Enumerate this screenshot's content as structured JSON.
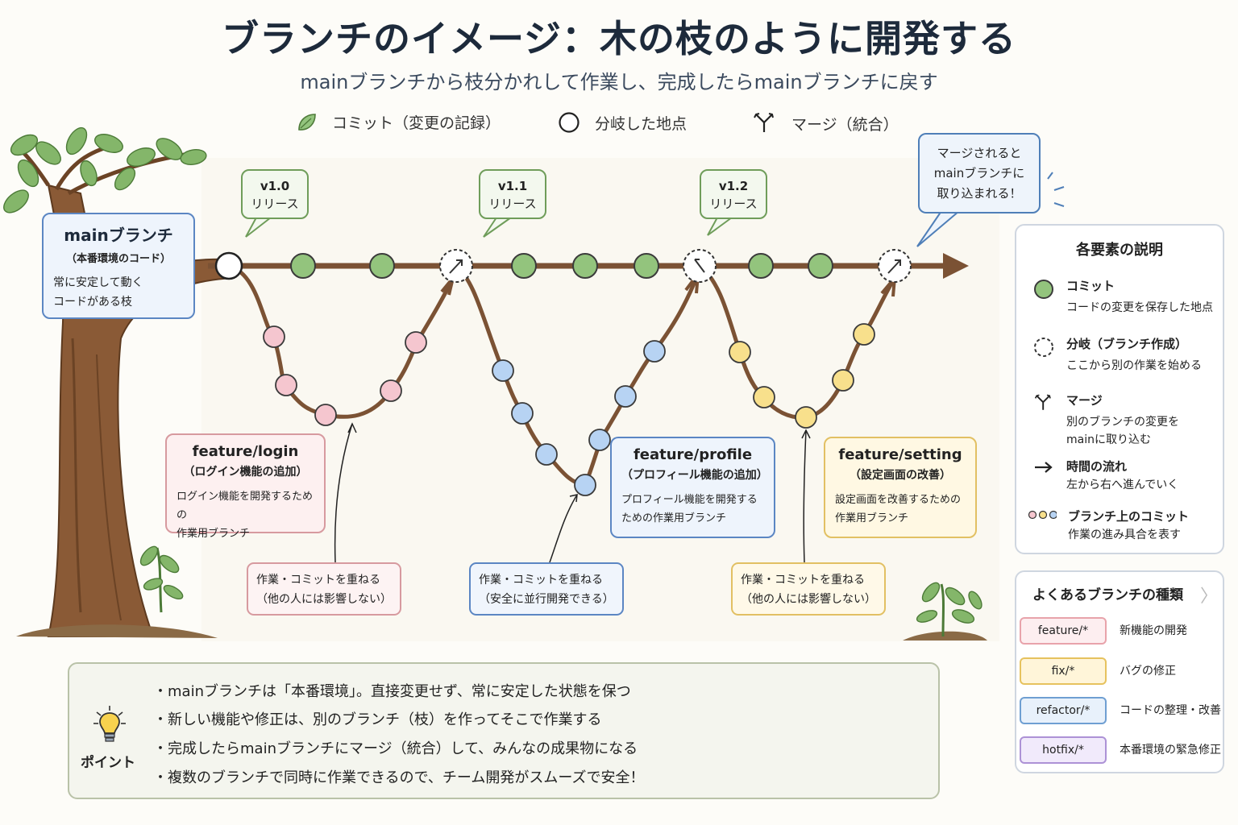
{
  "title": "ブランチのイメージ：木の枝のように開発する",
  "subtitle": "mainブランチから枝分かれして作業し、完成したらmainブランチに戻す",
  "legend": {
    "commit": "コミット（変更の記録）",
    "branch_point": "分岐した地点",
    "merge": "マージ（統合）"
  },
  "releases": [
    {
      "version": "v1.0",
      "label": "リリース"
    },
    {
      "version": "v1.1",
      "label": "リリース"
    },
    {
      "version": "v1.2",
      "label": "リリース"
    }
  ],
  "merge_callout": {
    "line1": "マージされると",
    "line2": "mainブランチに",
    "line3": "取り込まれる！"
  },
  "main_branch": {
    "title": "mainブランチ",
    "subtitle": "（本番環境のコード）",
    "line1": "常に安定して動く",
    "line2": "コードがある枝"
  },
  "branches": [
    {
      "name": "feature/login",
      "subtitle": "（ログイン機能の追加）",
      "line1": "ログイン機能を開発するための",
      "line2": "作業用ブランチ",
      "note1": "作業・コミットを重ねる",
      "note2": "（他の人には影響しない）"
    },
    {
      "name": "feature/profile",
      "subtitle": "（プロフィール機能の追加）",
      "line1": "プロフィール機能を開発する",
      "line2": "ための作業用ブランチ",
      "note1": "作業・コミットを重ねる",
      "note2": "（安全に並行開発できる）"
    },
    {
      "name": "feature/setting",
      "subtitle": "（設定画面の改善）",
      "line1": "設定画面を改善するための",
      "line2": "作業用ブランチ",
      "note1": "作業・コミットを重ねる",
      "note2": "（他の人には影響しない）"
    }
  ],
  "explain": {
    "title": "各要素の説明",
    "items": [
      {
        "head": "コミット",
        "body1": "コードの変更を保存した地点",
        "body2": ""
      },
      {
        "head": "分岐（ブランチ作成）",
        "body1": "ここから別の作業を始める",
        "body2": ""
      },
      {
        "head": "マージ",
        "body1": "別のブランチの変更を",
        "body2": "mainに取り込む"
      },
      {
        "head": "時間の流れ",
        "body1": "左から右へ進んでいく",
        "body2": ""
      },
      {
        "head": "ブランチ上のコミット",
        "body1": "作業の進み具合を表す",
        "body2": ""
      }
    ]
  },
  "types": {
    "title": "よくあるブランチの種類",
    "items": [
      {
        "tag": "feature/*",
        "desc": "新機能の開発",
        "color": "#e8a3ab",
        "bg": "#fdeef0"
      },
      {
        "tag": "fix/*",
        "desc": "バグの修正",
        "color": "#e6c25e",
        "bg": "#fff5d9"
      },
      {
        "tag": "refactor/*",
        "desc": "コードの整理・改善",
        "color": "#6f9fd2",
        "bg": "#e8f1fb"
      },
      {
        "tag": "hotfix/*",
        "desc": "本番環境の緊急修正",
        "color": "#ad92d6",
        "bg": "#f1eafb"
      }
    ]
  },
  "points": {
    "label": "ポイント",
    "items": [
      "・mainブランチは「本番環境」。直接変更せず、常に安定した状態を保つ",
      "・新しい機能や修正は、別のブランチ（枝）を作ってそこで作業する",
      "・完成したらmainブランチにマージ（統合）して、みんなの成果物になる",
      "・複数のブランチで同時に作業できるので、チーム開発がスムーズで安全！"
    ]
  },
  "colors": {
    "branch_brown": "#7b5234",
    "commit_green": "#93c47d",
    "commit_pink": "#f5c6cf",
    "commit_blue": "#b7d3f3",
    "commit_yellow": "#f8e08c"
  }
}
